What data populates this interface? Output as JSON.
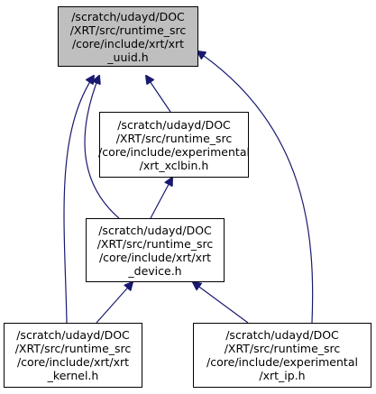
{
  "colors": {
    "edge": "#191970",
    "focus_fill": "#bfbfbf",
    "node_fill": "#ffffff",
    "border": "#000000"
  },
  "nodes": {
    "xrt_uuid": {
      "lines": [
        "/scratch/udayd/DOC",
        "/XRT/src/runtime_src",
        "/core/include/xrt/xrt",
        "_uuid.h"
      ]
    },
    "xrt_xclbin": {
      "lines": [
        "/scratch/udayd/DOC",
        "/XRT/src/runtime_src",
        "/core/include/experimental",
        "/xrt_xclbin.h"
      ]
    },
    "xrt_device": {
      "lines": [
        "/scratch/udayd/DOC",
        "/XRT/src/runtime_src",
        "/core/include/xrt/xrt",
        "_device.h"
      ]
    },
    "xrt_kernel": {
      "lines": [
        "/scratch/udayd/DOC",
        "/XRT/src/runtime_src",
        "/core/include/xrt/xrt",
        "_kernel.h"
      ]
    },
    "xrt_ip": {
      "lines": [
        "/scratch/udayd/DOC",
        "/XRT/src/runtime_src",
        "/core/include/experimental",
        "/xrt_ip.h"
      ]
    }
  },
  "edges": [
    {
      "from": "xrt_xclbin",
      "to": "xrt_uuid"
    },
    {
      "from": "xrt_device",
      "to": "xrt_uuid"
    },
    {
      "from": "xrt_kernel",
      "to": "xrt_uuid"
    },
    {
      "from": "xrt_ip",
      "to": "xrt_uuid"
    },
    {
      "from": "xrt_device",
      "to": "xrt_xclbin"
    },
    {
      "from": "xrt_kernel",
      "to": "xrt_device"
    },
    {
      "from": "xrt_ip",
      "to": "xrt_device"
    }
  ]
}
